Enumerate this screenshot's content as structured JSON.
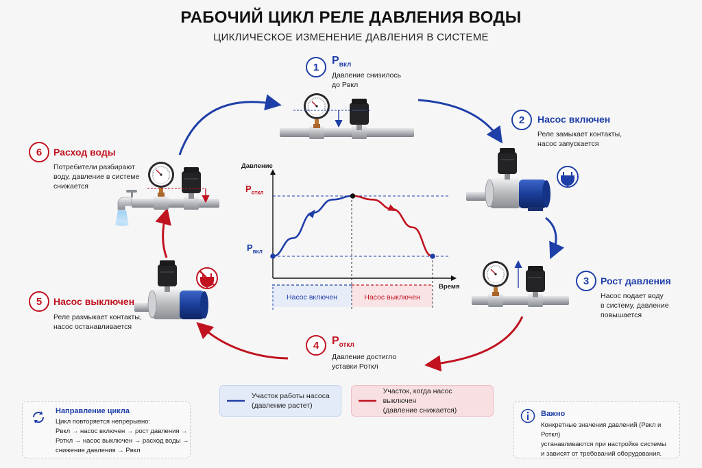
{
  "header": {
    "title": "РАБОЧИЙ ЦИКЛ РЕЛЕ ДАВЛЕНИЯ ВОДЫ",
    "subtitle": "ЦИКЛИЧЕСКОЕ ИЗМЕНЕНИЕ ДАВЛЕНИЯ В СИСТЕМЕ"
  },
  "steps": [
    {
      "num": "1",
      "title_main": "P",
      "title_sub": "вкл",
      "desc1": "Давление снизилось",
      "desc2": "до Рвкл",
      "color": "#1f3fa8"
    },
    {
      "num": "2",
      "title": "Насос включен",
      "desc1": "Реле замыкает контакты,",
      "desc2": "насос запускается",
      "color": "#1f3fa8"
    },
    {
      "num": "3",
      "title": "Рост давления",
      "desc1": "Насос подает воду",
      "desc2": "в систему, давление",
      "desc3": "повышается",
      "color": "#1f3fa8"
    },
    {
      "num": "4",
      "title_main": "P",
      "title_sub": "откл",
      "desc1": "Давление достигло",
      "desc2": "уставки Роткл",
      "color": "#c1121f"
    },
    {
      "num": "5",
      "title": "Насос выключен",
      "desc1": "Реле размыкает контакты,",
      "desc2": "насос останавливается",
      "color": "#c1121f"
    },
    {
      "num": "6",
      "title": "Расход воды",
      "desc1": "Потребители разбирают",
      "desc2": "воду, давление в системе",
      "desc3": "снижается",
      "color": "#c1121f"
    }
  ],
  "chart_data": {
    "type": "line",
    "ylabel": "Давление",
    "xlabel": "Время",
    "y_levels": [
      {
        "label_main": "P",
        "label_sub": "откл",
        "color": "#c1121f",
        "value": 1
      },
      {
        "label_main": "P",
        "label_sub": "вкл",
        "color": "#1f3fa8",
        "value": 0
      }
    ],
    "series": [
      {
        "name": "Насос включен",
        "color": "#1f3fa8",
        "x": [
          0,
          0.25,
          0.5,
          0.75,
          1.0
        ],
        "y": [
          0,
          0.3,
          0.72,
          0.94,
          1.0
        ]
      },
      {
        "name": "Насос выключен",
        "color": "#c1121f",
        "x": [
          1.0,
          1.25,
          1.5,
          1.75,
          2.0
        ],
        "y": [
          1.0,
          0.94,
          0.78,
          0.48,
          0
        ]
      }
    ],
    "segments": [
      {
        "label": "Насос включен",
        "color": "#1f3fa8",
        "bg": "#e6ecf8"
      },
      {
        "label": "Насос выключен",
        "color": "#c1121f",
        "bg": "#f9e3e5"
      }
    ]
  },
  "legend": [
    {
      "line1": "Участок работы насоса",
      "line2": "(давление растет)",
      "color": "#1f3fa8",
      "bg": "#e3ebf8",
      "border": "#c3d2ee"
    },
    {
      "line1": "Участок, когда насос выключен",
      "line2": "(давление снижается)",
      "color": "#c1121f",
      "bg": "#f8dfe2",
      "border": "#eebec4"
    }
  ],
  "cycle_box": {
    "title": "Направление цикла",
    "line1": "Цикл повторяется непрерывно:",
    "line2": "Рвкл → насос включен → рост давления →",
    "line3": "Роткл → насос выключен → расход воды →",
    "line4": "снижение давления → Рвкл"
  },
  "important_box": {
    "title": "Важно",
    "line1": "Конкретные значения давлений (Рвкл и Роткл)",
    "line2": "устанавливаются при настройке системы",
    "line3": "и зависят от требований оборудования."
  }
}
